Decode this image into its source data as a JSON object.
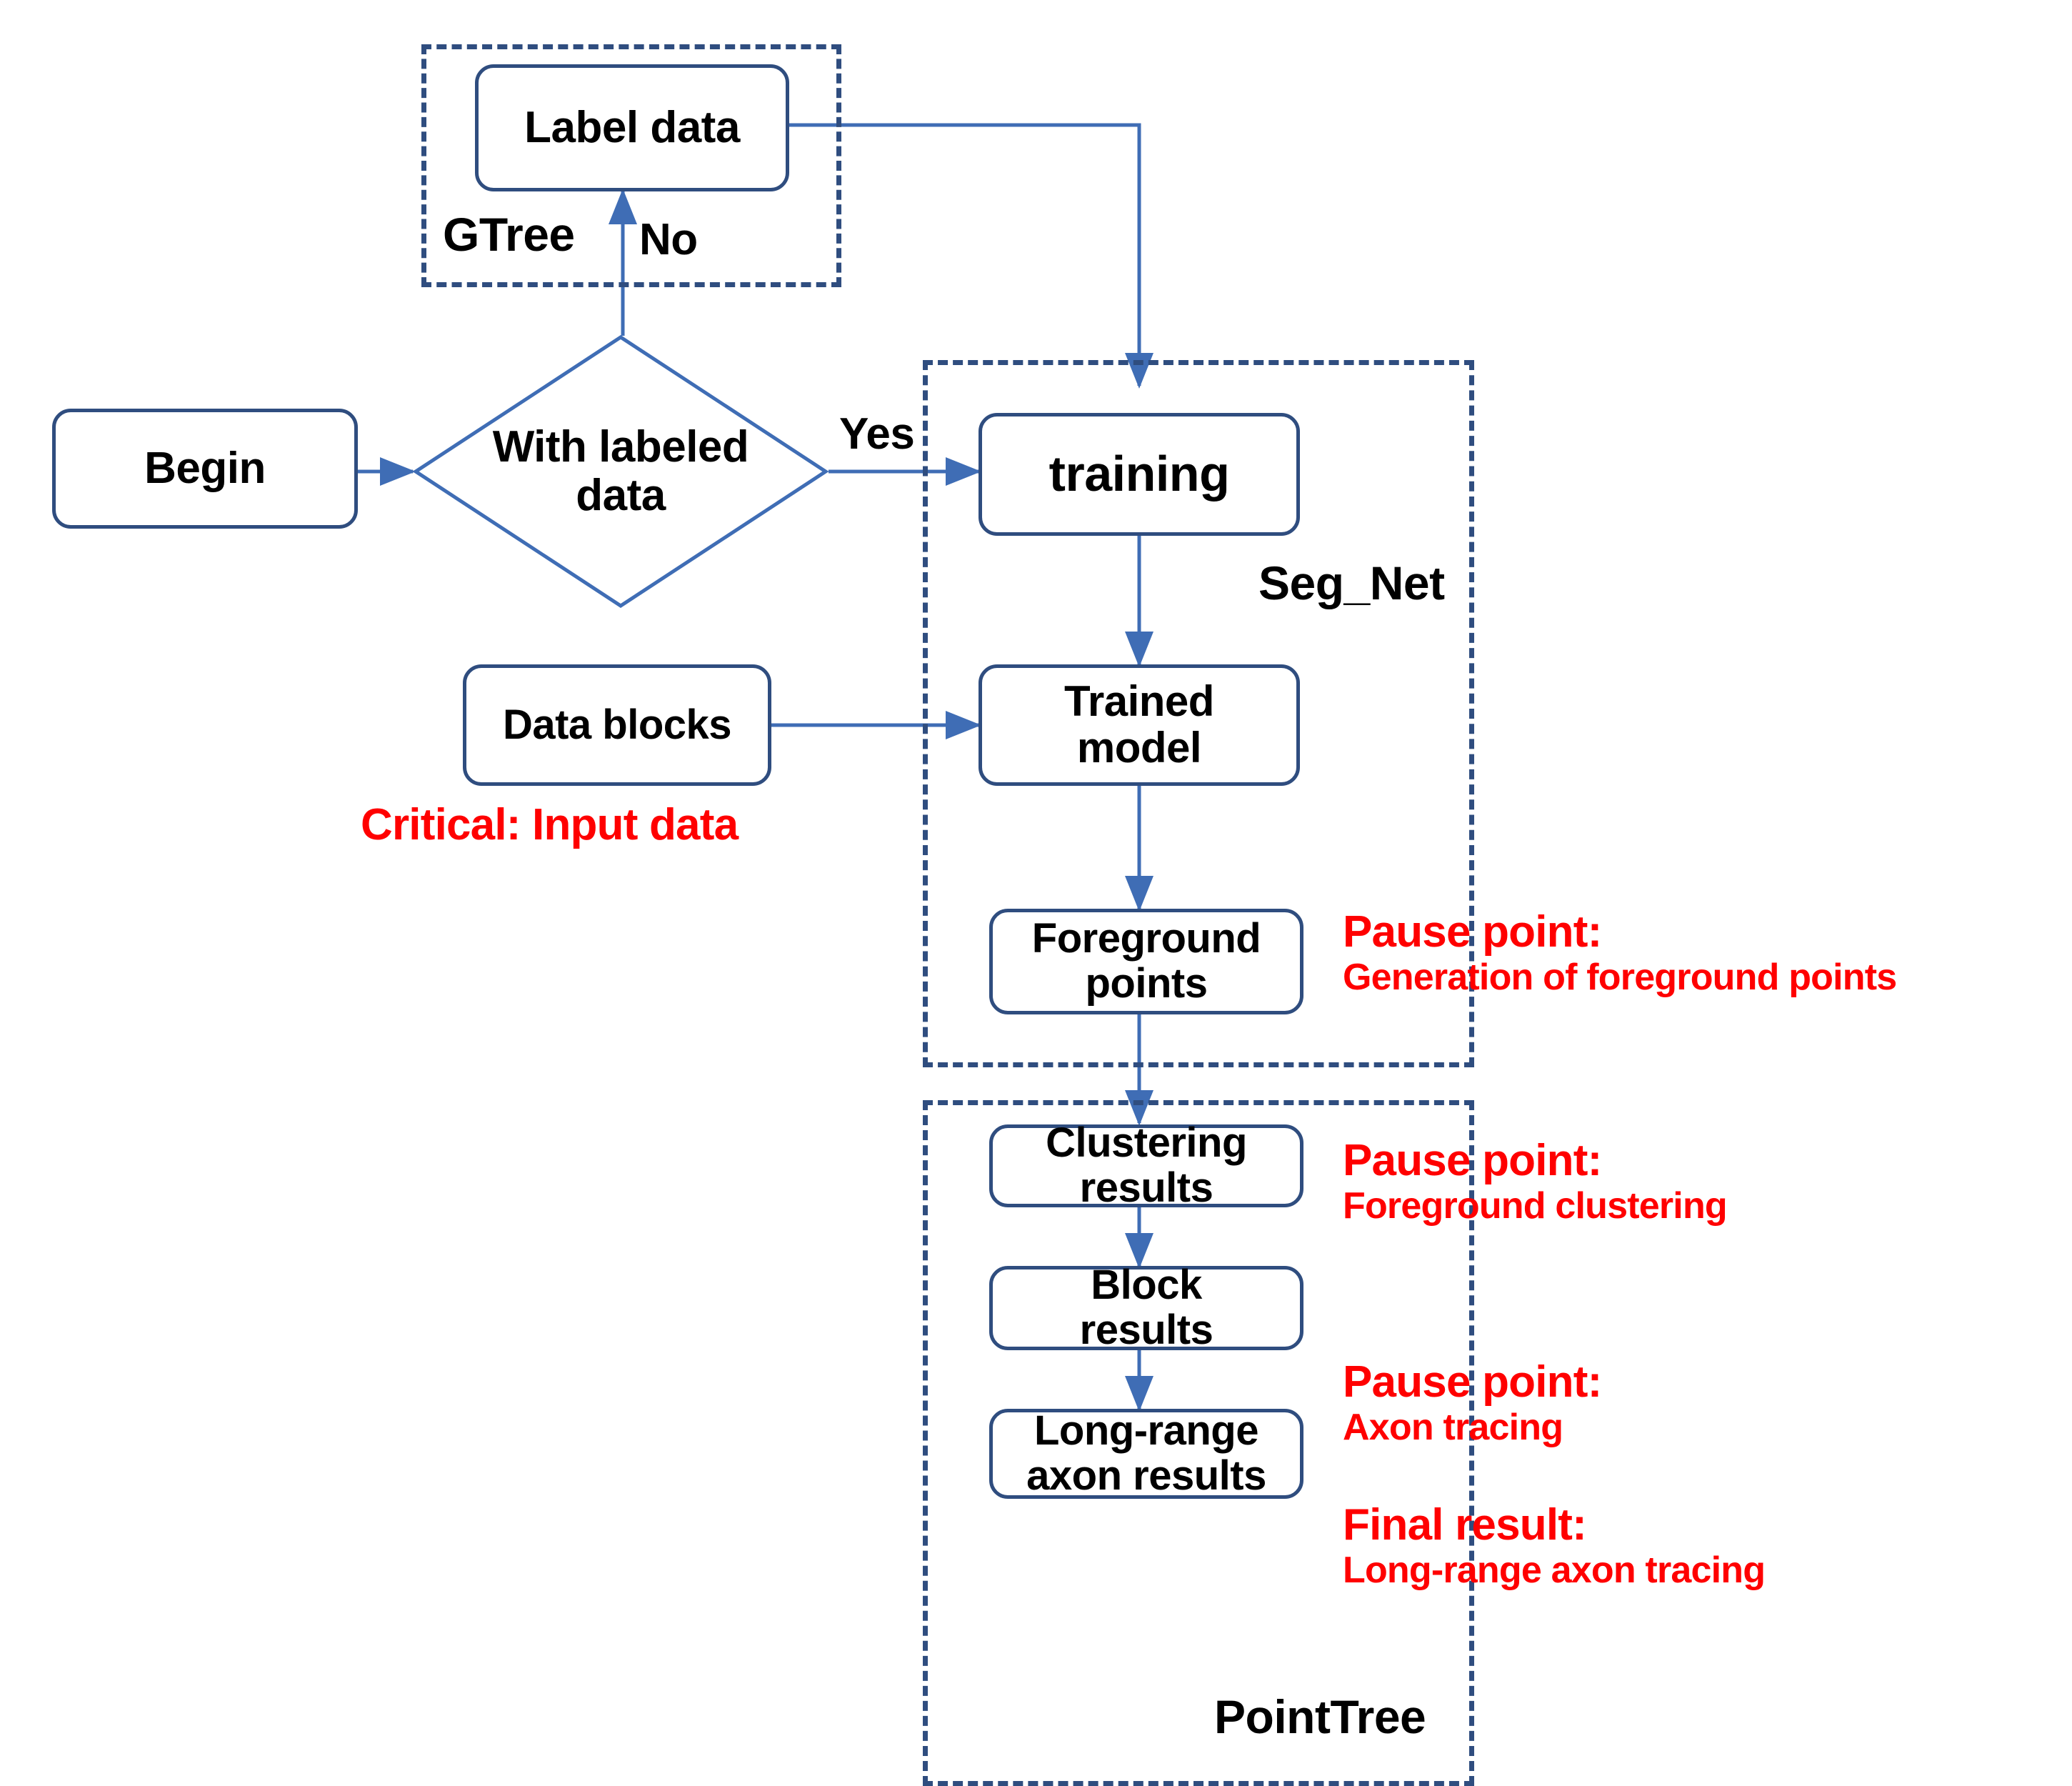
{
  "diagram": {
    "title": "Long-range axon tracing pipeline flowchart",
    "colors": {
      "node_border": "#2f4d7f",
      "group_border": "#2f4d7f",
      "connector": "#3f6db5",
      "annotation_red": "#FF0000",
      "text": "#000000",
      "background": "#ffffff"
    }
  },
  "groups": [
    {
      "id": "gtree",
      "label": "GTree"
    },
    {
      "id": "seg_net",
      "label": "Seg_Net"
    },
    {
      "id": "pointtree",
      "label": "PointTree"
    }
  ],
  "nodes": [
    {
      "id": "begin",
      "label": "Begin",
      "shape": "rounded-rect"
    },
    {
      "id": "decision",
      "label": "With labeled data",
      "shape": "diamond"
    },
    {
      "id": "label_data",
      "label": "Label data",
      "shape": "rounded-rect"
    },
    {
      "id": "training",
      "label": "training",
      "shape": "rounded-rect"
    },
    {
      "id": "data_blocks",
      "label": "Data blocks",
      "shape": "rounded-rect"
    },
    {
      "id": "trained_model",
      "label": "Trained model",
      "shape": "rounded-rect"
    },
    {
      "id": "foreground_points",
      "label": "Foreground points",
      "shape": "rounded-rect"
    },
    {
      "id": "clustering",
      "label": "Clustering results",
      "shape": "rounded-rect"
    },
    {
      "id": "block_results",
      "label": "Block results",
      "shape": "rounded-rect"
    },
    {
      "id": "long_range",
      "label": "Long-range axon results",
      "shape": "rounded-rect"
    }
  ],
  "node_lines": {
    "decision": {
      "l1": "With labeled",
      "l2": "data"
    },
    "trained_model": {
      "l1": "Trained",
      "l2": "model"
    },
    "foreground_points": {
      "l1": "Foreground",
      "l2": "points"
    },
    "clustering": {
      "l1": "Clustering",
      "l2": "results"
    },
    "block_results": {
      "l1": "Block",
      "l2": "results"
    },
    "long_range": {
      "l1": "Long-range",
      "l2": "axon results"
    }
  },
  "edge_labels": [
    {
      "id": "no",
      "text": "No"
    },
    {
      "id": "yes",
      "text": "Yes"
    }
  ],
  "annotations": [
    {
      "id": "critical_input",
      "head": "Critical: Input data",
      "sub": ""
    },
    {
      "id": "pause_foreground",
      "head": "Pause point:",
      "sub": "Generation of foreground points"
    },
    {
      "id": "pause_clustering",
      "head": "Pause point:",
      "sub": "Foreground clustering"
    },
    {
      "id": "pause_axon_tracing",
      "head": "Pause point:",
      "sub": "Axon tracing"
    },
    {
      "id": "final_result",
      "head": "Final result:",
      "sub": "Long-range axon tracing"
    }
  ]
}
